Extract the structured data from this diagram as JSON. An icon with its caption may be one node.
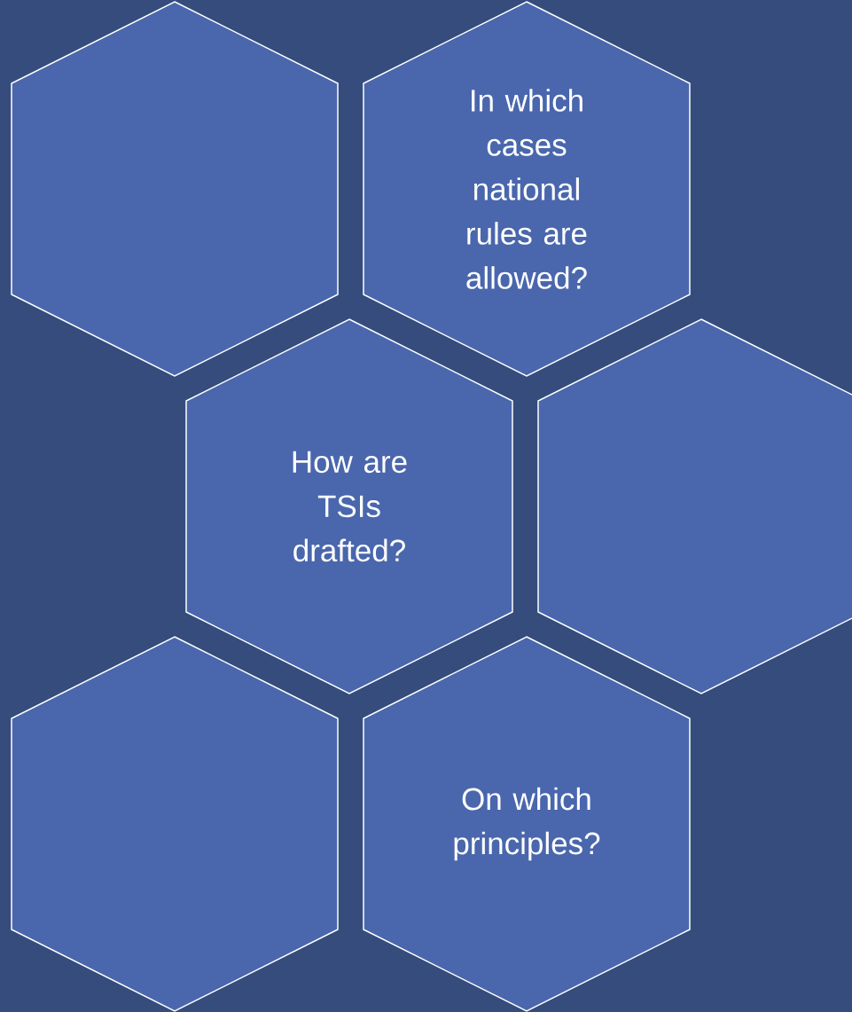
{
  "diagram": {
    "nodes": [
      {
        "text": [],
        "shape": "hexagon"
      },
      {
        "text": [
          "In which cases national rules are allowed?"
        ]
      },
      {
        "text": [
          "How are TSIs drafted?"
        ]
      },
      {
        "text": [],
        "shape": "hexagon"
      },
      {
        "text": [],
        "shape": "hexagon"
      },
      {
        "text": [
          "On which principles?"
        ]
      }
    ]
  }
}
